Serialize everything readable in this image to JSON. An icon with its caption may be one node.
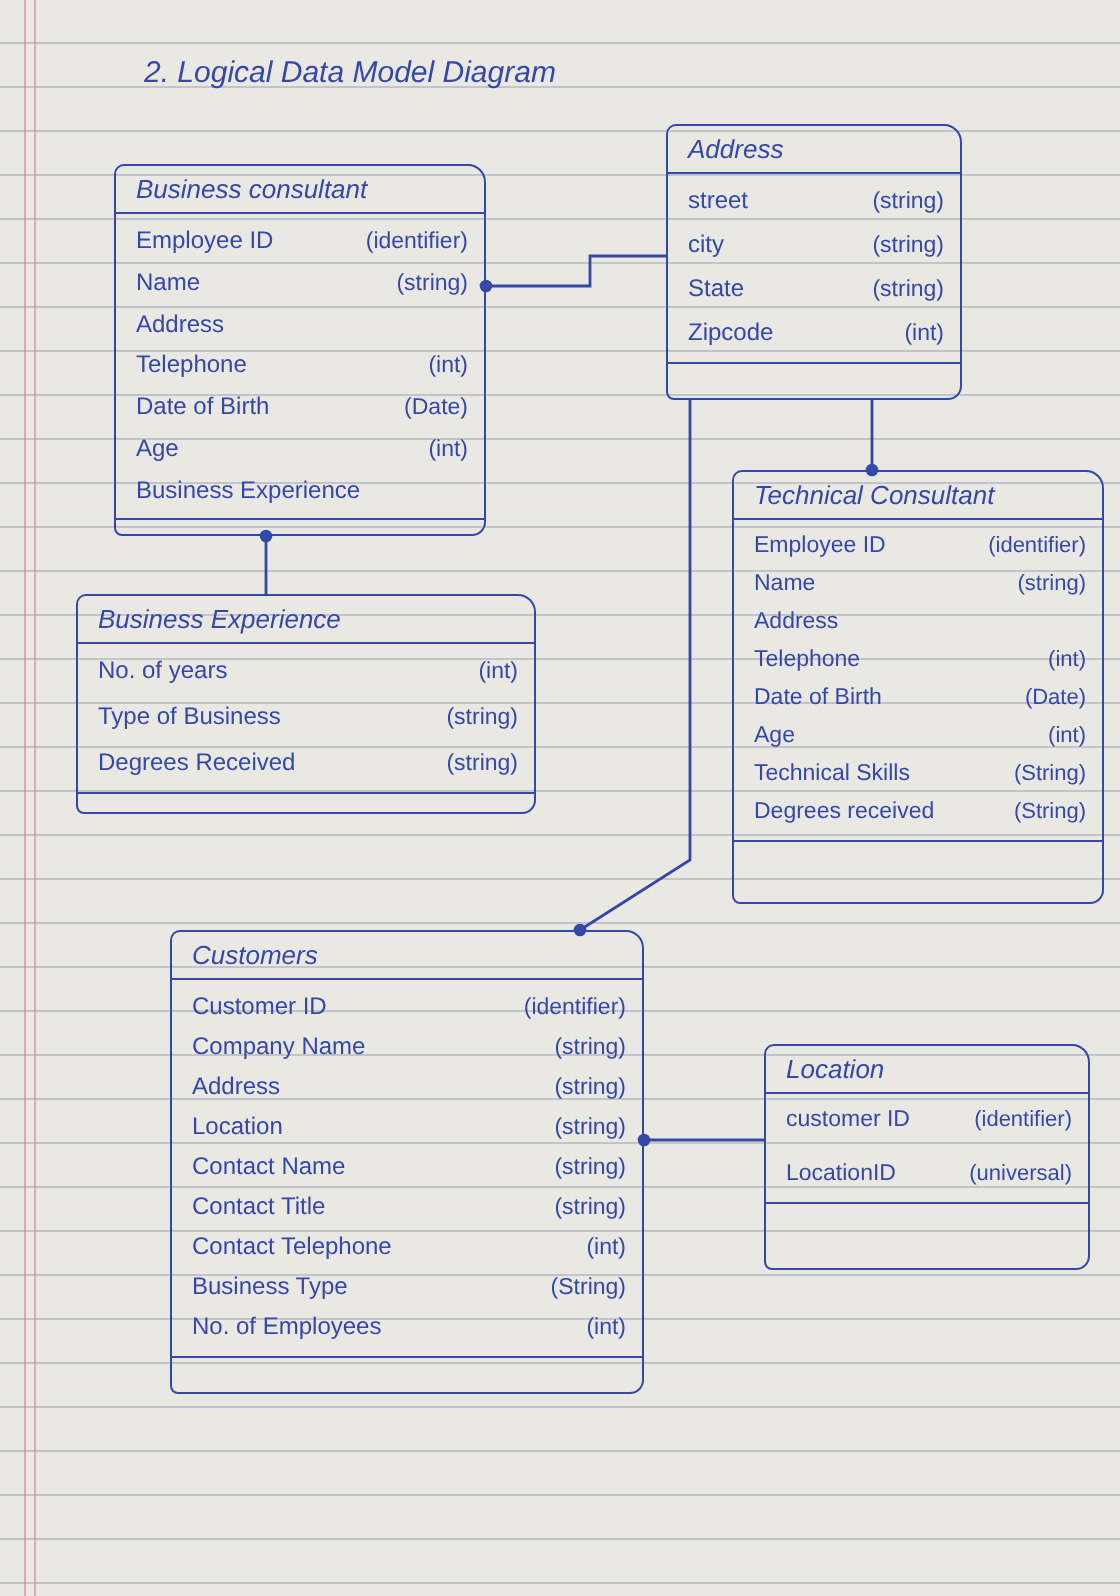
{
  "diagram": {
    "title": "2. Logical Data Model Diagram",
    "nodes": [
      {
        "text": [
          "Business consultant",
          "Employee ID",
          "(identifier)",
          "Name",
          "(string)",
          "Address",
          "Telephone",
          "(int)",
          "Date of Birth",
          "(Date)",
          "Age",
          "(int)",
          "Business Experience"
        ]
      },
      {
        "text": [
          "Address",
          "street",
          "(string)",
          "city",
          "(string)",
          "State",
          "(string)",
          "Zipcode",
          "(int)"
        ]
      },
      {
        "text": [
          "Technical Consultant",
          "Employee ID",
          "(identifier)",
          "Name",
          "(string)",
          "Address",
          "Telephone",
          "(int)",
          "Date of Birth",
          "(Date)",
          "Age",
          "(int)",
          "Technical Skills",
          "(String)",
          "Degrees received",
          "(String)"
        ]
      },
      {
        "text": [
          "Business Experience",
          "No. of years",
          "(int)",
          "Type of Business",
          "(string)",
          "Degrees Received",
          "(string)"
        ]
      },
      {
        "text": [
          "Customers",
          "Customer ID",
          "(identifier)",
          "Company Name",
          "(string)",
          "Address",
          "(string)",
          "Location",
          "(string)",
          "Contact Name",
          "(string)",
          "Contact Title",
          "(string)",
          "Contact Telephone",
          "(int)",
          "Business Type",
          "(String)",
          "No. of Employees",
          "(int)"
        ]
      },
      {
        "text": [
          "Location",
          "customer ID",
          "(identifier)",
          "LocationID",
          "(universal)"
        ]
      }
    ],
    "edges": [
      {
        "from": 0,
        "to": 1,
        "arrow": "other"
      },
      {
        "from": 2,
        "to": 1,
        "arrow": "other"
      },
      {
        "from": 0,
        "to": 3,
        "arrow": "other"
      },
      {
        "from": 4,
        "to": 1,
        "arrow": "other"
      },
      {
        "from": 4,
        "to": 5,
        "arrow": "other"
      }
    ]
  }
}
